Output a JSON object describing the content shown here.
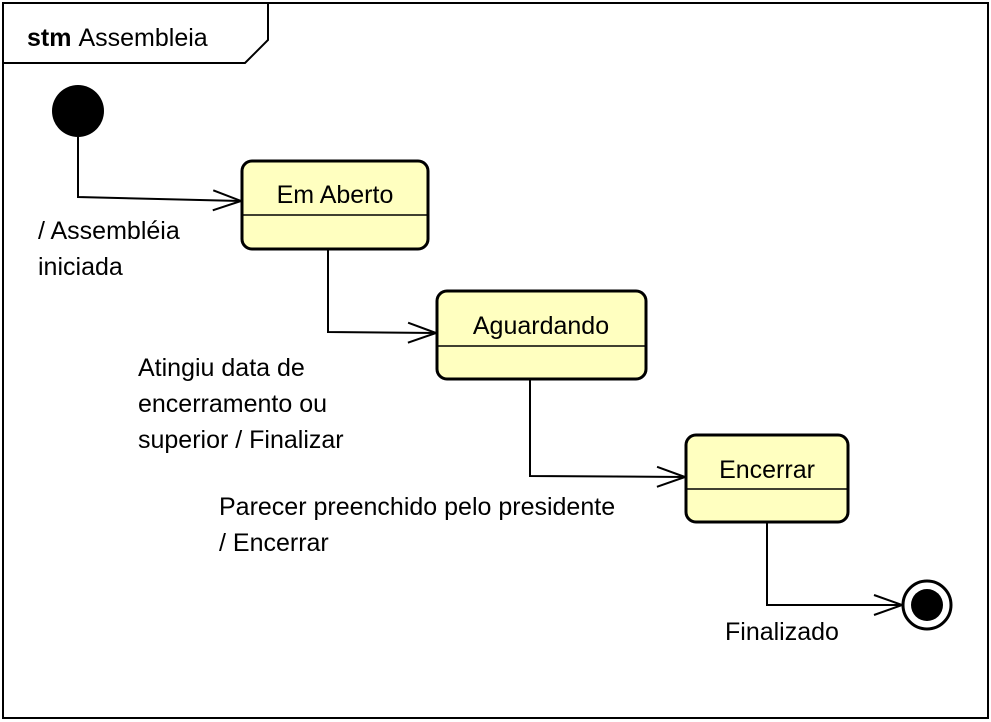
{
  "frame": {
    "keyword": "stm",
    "name": "Assembleia"
  },
  "states": [
    {
      "id": "em-aberto",
      "name": "Em Aberto"
    },
    {
      "id": "aguardando",
      "name": "Aguardando"
    },
    {
      "id": "encerrar",
      "name": "Encerrar"
    }
  ],
  "transitions": [
    {
      "from": "initial",
      "to": "em-aberto",
      "label_lines": [
        "/ Assembléia",
        "iniciada"
      ]
    },
    {
      "from": "em-aberto",
      "to": "aguardando",
      "label_lines": [
        "Atingiu data de",
        "encerramento ou",
        "superior / Finalizar"
      ]
    },
    {
      "from": "aguardando",
      "to": "encerrar",
      "label_lines": [
        "Parecer preenchido pelo presidente",
        "/ Encerrar"
      ]
    },
    {
      "from": "encerrar",
      "to": "final",
      "label_lines": [
        "Finalizado"
      ]
    }
  ],
  "colors": {
    "state_fill": "#ffffc0",
    "stroke": "#000000"
  }
}
